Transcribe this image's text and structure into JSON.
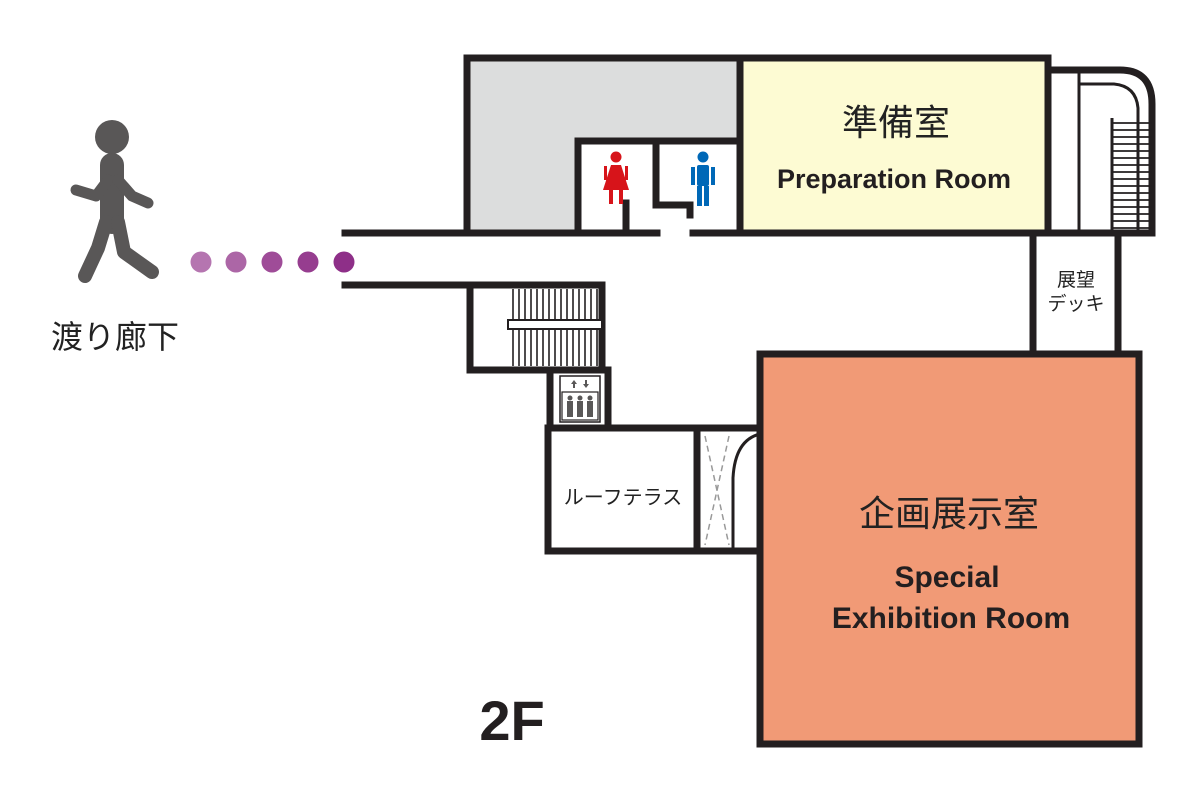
{
  "floor_label": "2F",
  "corridor": {
    "label": "渡り廊下"
  },
  "rooms": {
    "preparation": {
      "label_jp": "準備室",
      "label_en": "Preparation Room"
    },
    "special_exhibition": {
      "label_jp": "企画展示室",
      "label_en_line1": "Special",
      "label_en_line2": "Exhibition Room"
    },
    "observation_deck": {
      "label_line1": "展望",
      "label_line2": "デッキ"
    },
    "roof_terrace": {
      "label": "ルーフテラス"
    }
  },
  "colors": {
    "wall": "#231f20",
    "preparation_fill": "#fdfbd3",
    "exhibition_fill": "#f19a76",
    "storage_fill": "#dcdddd",
    "walker": "#595757",
    "female_icon": "#d7141a",
    "male_icon": "#0068b7",
    "dot_light": "#b575b0",
    "dot_dark": "#8e2f88"
  },
  "icons": [
    "walking-person-icon",
    "female-restroom-icon",
    "male-restroom-icon",
    "elevator-icon",
    "stairs-icon"
  ]
}
